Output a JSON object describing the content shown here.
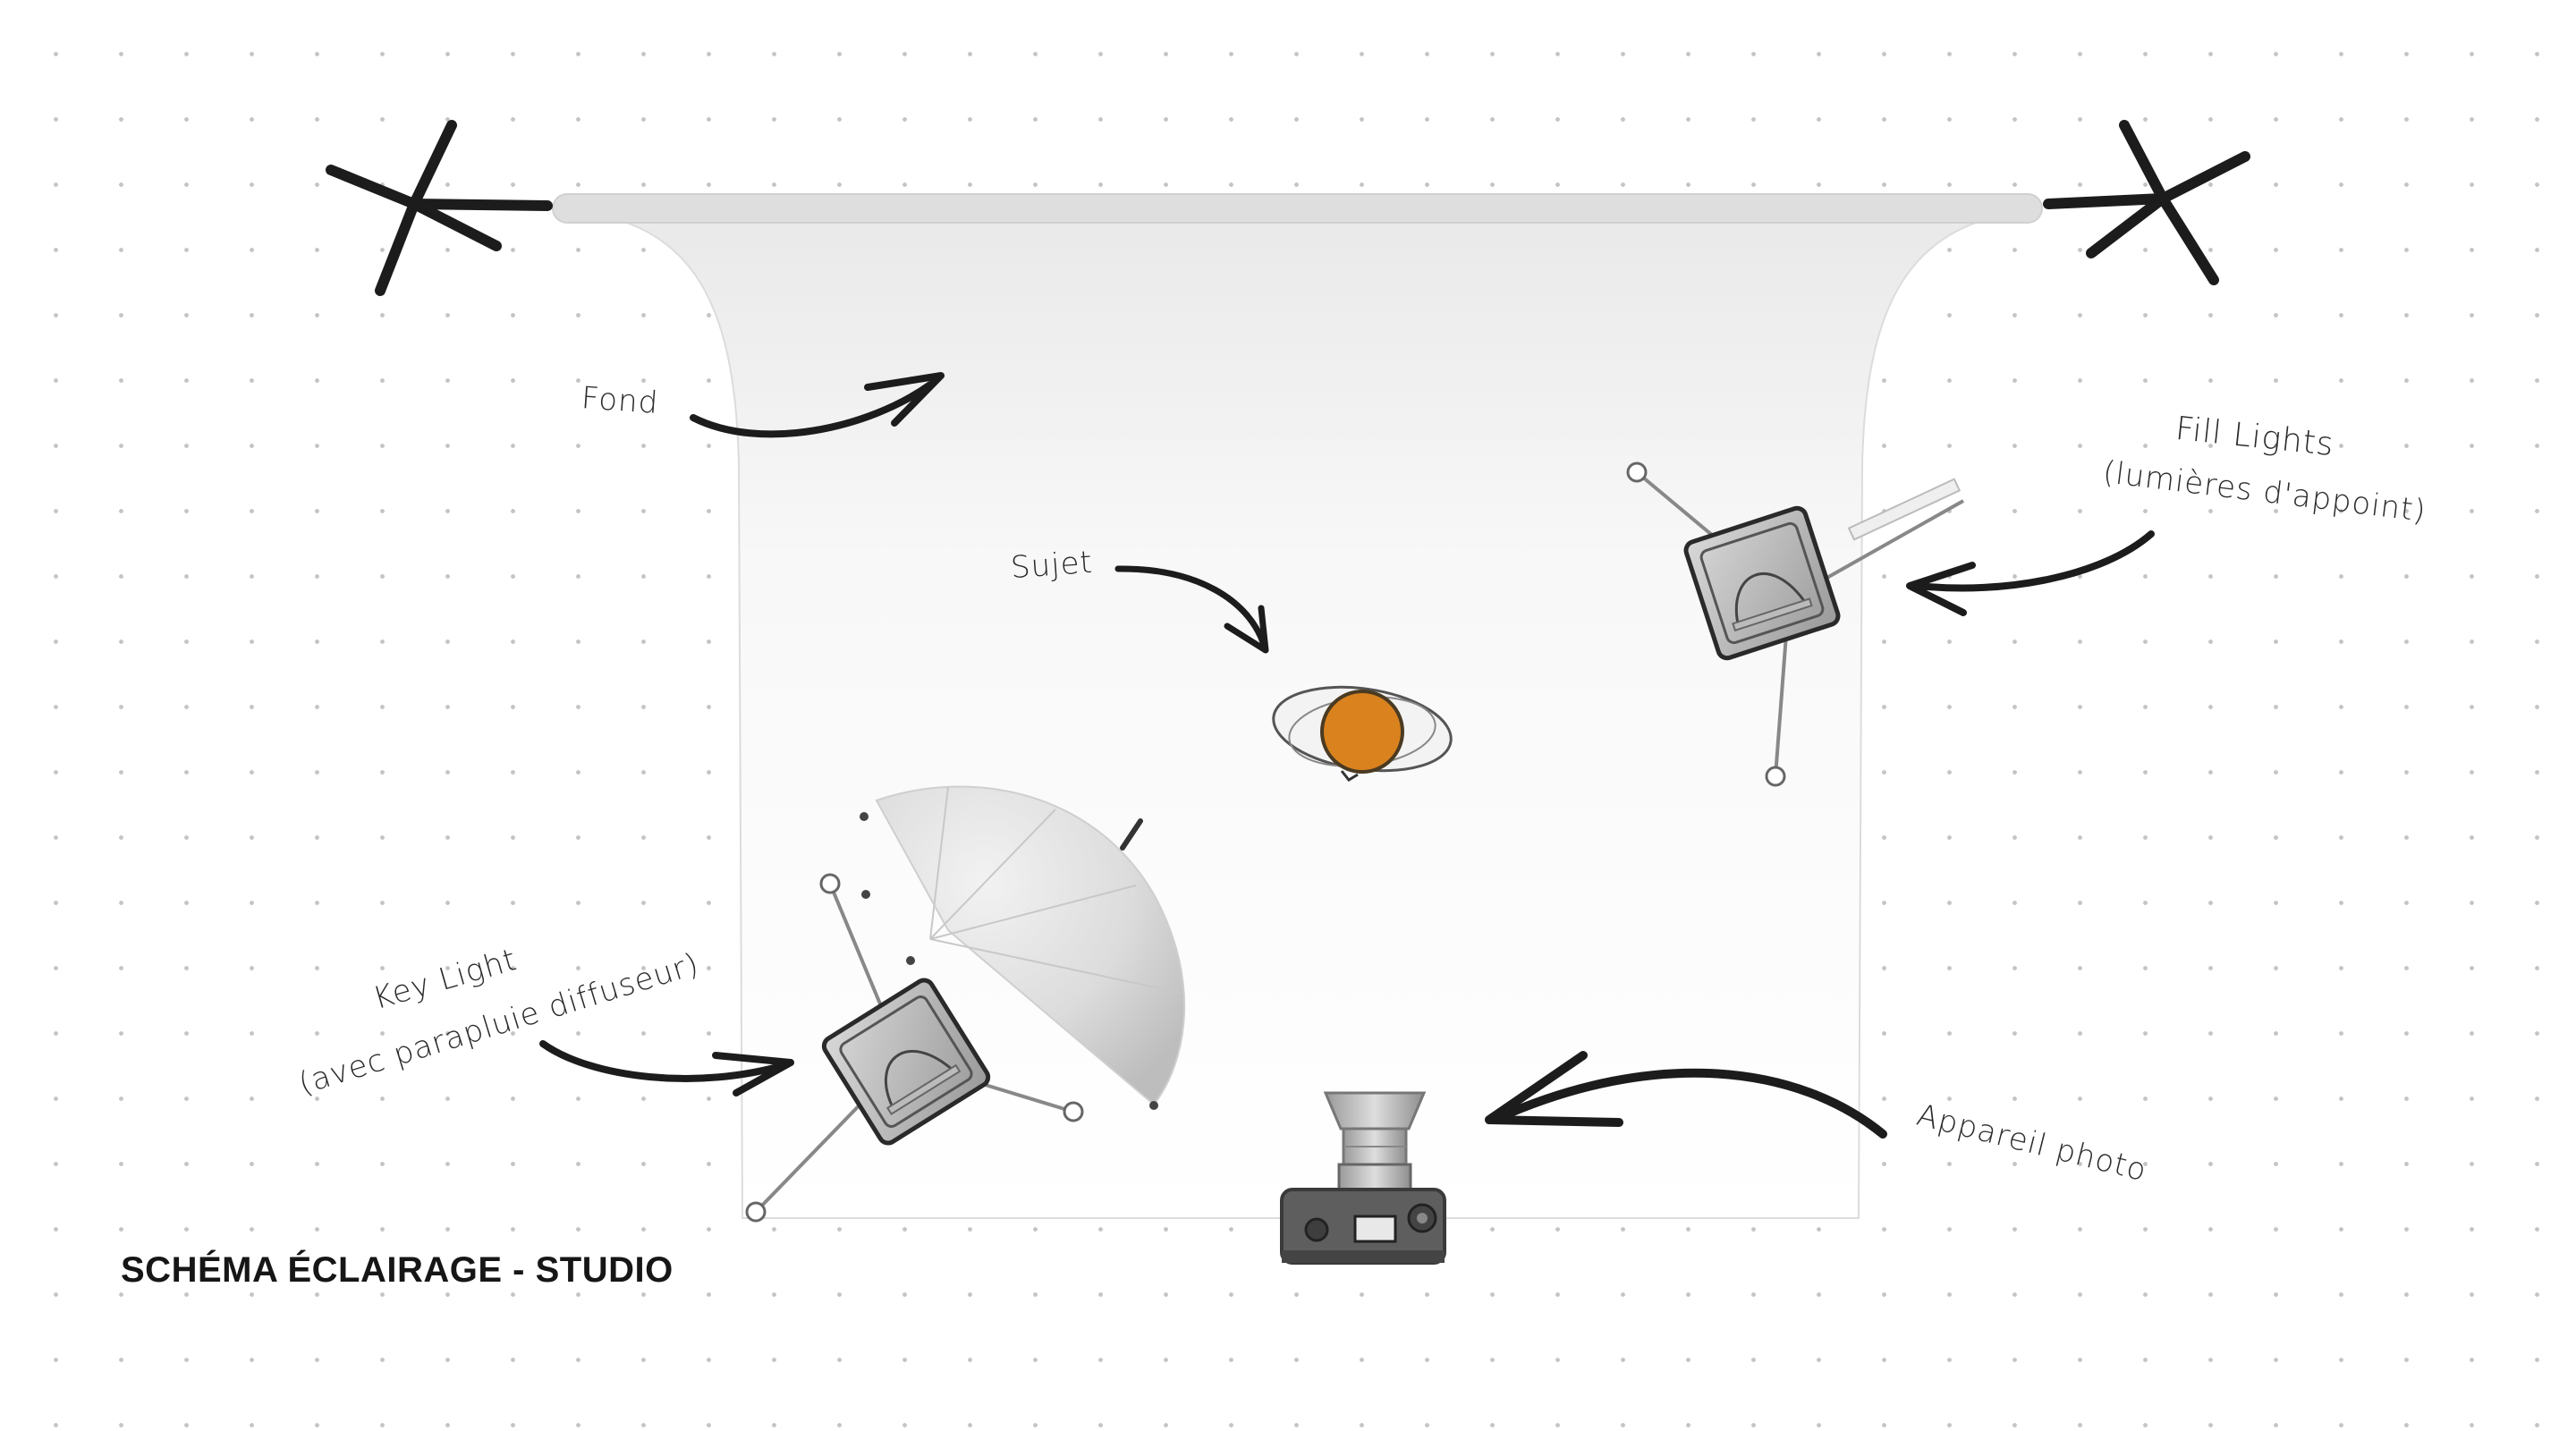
{
  "title": "SCHÉMA ÉCLAIRAGE - STUDIO",
  "labels": {
    "fond": "Fond",
    "sujet": "Sujet",
    "fill_lights_line1": "Fill Lights",
    "fill_lights_line2": "(lumières d'appoint)",
    "key_light_line1": "Key Light",
    "key_light_line2": "(avec parapluie diffuseur)",
    "camera": "Appareil photo"
  },
  "colors": {
    "subject": "#d9821e",
    "ink": "#222222",
    "backdrop": "#f4f4f4",
    "dots": "#c4c4c4"
  }
}
